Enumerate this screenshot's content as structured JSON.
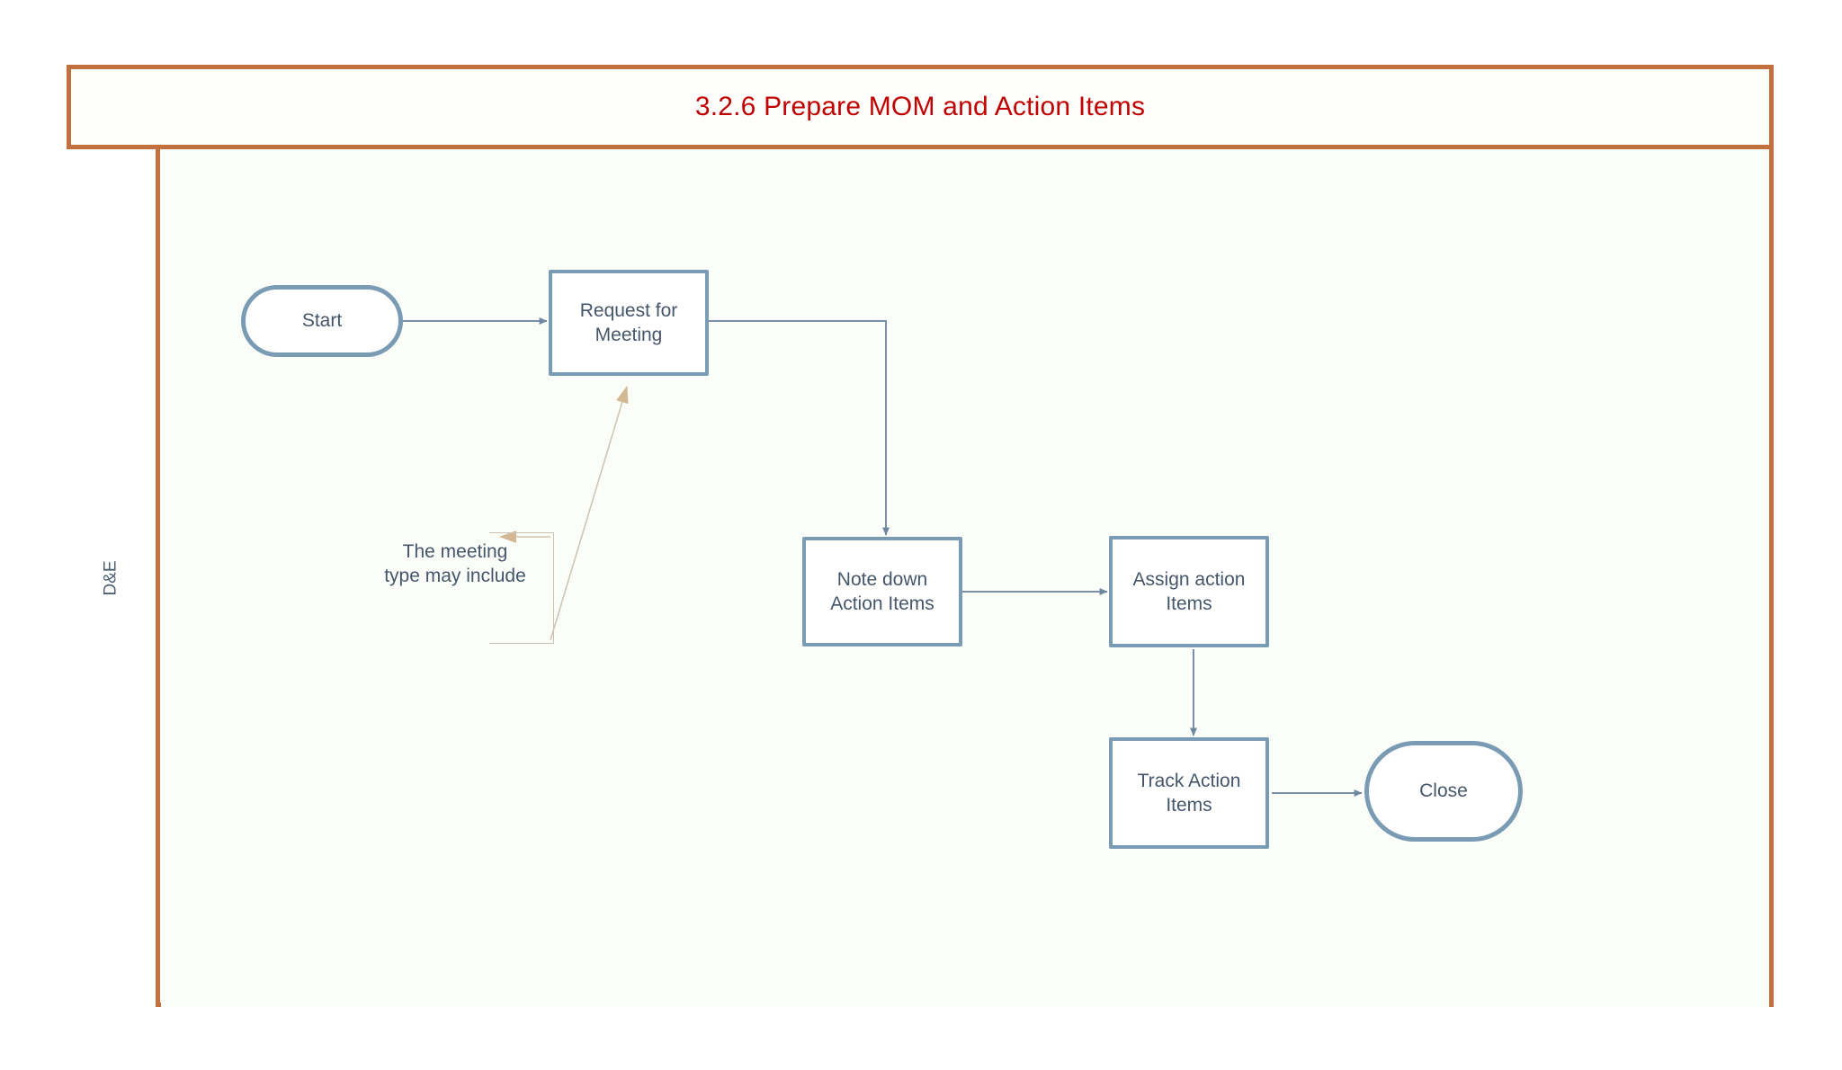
{
  "diagram": {
    "title": "3.2.6 Prepare MOM and Action Items",
    "lane_label": "D&E",
    "colors": {
      "frame_border": "#C2703D",
      "title_text": "#C00000",
      "node_border": "#7A9BB4",
      "node_fill": "#FFFFFF",
      "node_text": "#46566A",
      "connector": "#7A90A8",
      "annotation_arrow": "#D3B894",
      "lane_background": "#FBFDF8"
    },
    "nodes": [
      {
        "id": "start",
        "label": "Start",
        "shape": "terminator"
      },
      {
        "id": "request",
        "label": "Request for\nMeeting",
        "shape": "process"
      },
      {
        "id": "note_down",
        "label": "Note down\nAction Items",
        "shape": "process"
      },
      {
        "id": "assign",
        "label": "Assign action\nItems",
        "shape": "process"
      },
      {
        "id": "track",
        "label": "Track Action\nItems",
        "shape": "process"
      },
      {
        "id": "close",
        "label": "Close",
        "shape": "terminator"
      }
    ],
    "node_labels": {
      "start": "Start",
      "request_line1": "Request for",
      "request_line2": "Meeting",
      "note_down_line1": "Note down",
      "note_down_line2": "Action Items",
      "assign_line1": "Assign action",
      "assign_line2": "Items",
      "track_line1": "Track Action",
      "track_line2": "Items",
      "close": "Close"
    },
    "annotation": {
      "line1": "The meeting",
      "line2": "type may include"
    },
    "edges": [
      {
        "from": "start",
        "to": "request",
        "style": "straight",
        "arrow": true
      },
      {
        "from": "request",
        "to": "note_down",
        "style": "elbow",
        "arrow": true
      },
      {
        "from": "note_down",
        "to": "assign",
        "style": "straight",
        "arrow": true
      },
      {
        "from": "assign",
        "to": "track",
        "style": "straight",
        "arrow": true
      },
      {
        "from": "track",
        "to": "close",
        "style": "straight",
        "arrow": true
      },
      {
        "from": "note",
        "to": "request",
        "style": "diagonal",
        "arrow": true,
        "kind": "annotation"
      }
    ]
  }
}
